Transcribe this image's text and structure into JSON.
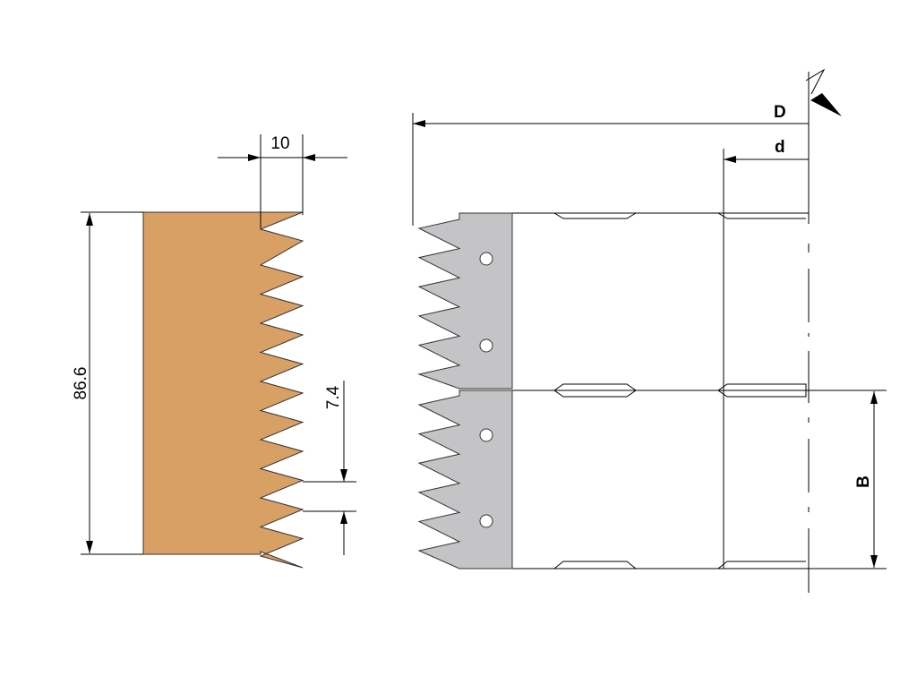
{
  "diagram": {
    "dimensions": {
      "tooth_width": "10",
      "height": "86.6",
      "tooth_pitch": "7.4",
      "outer_diameter": "D",
      "bore_diameter": "d",
      "block_height": "B"
    },
    "profile_color": "#D9A066",
    "blade_color": "#C4C4C6",
    "line_color": "#000000"
  }
}
